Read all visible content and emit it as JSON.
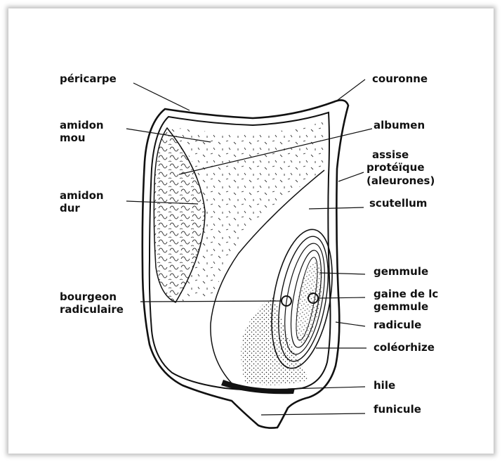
{
  "labels": {
    "pericarpe": "péricarpe",
    "amidon_mou_1": "amidon",
    "amidon_mou_2": "mou",
    "amidon_dur_1": "amidon",
    "amidon_dur_2": "dur",
    "bourgeon_1": "bourgeon",
    "bourgeon_2": "radiculaire",
    "couronne": "couronne",
    "albumen": "albumen",
    "assise_1": "assise",
    "assise_2": "protéïque",
    "assise_3": "(aleurones)",
    "scutellum": "scutellum",
    "gemmule": "gemmule",
    "gaine_1": "gaine de lc",
    "gaine_2": "gemmule",
    "radicule": "radicule",
    "coleorhize": "coléorhize",
    "hile": "hile",
    "funicule": "funicule"
  },
  "colors": {
    "ink": "#111111",
    "background": "#ffffff"
  }
}
